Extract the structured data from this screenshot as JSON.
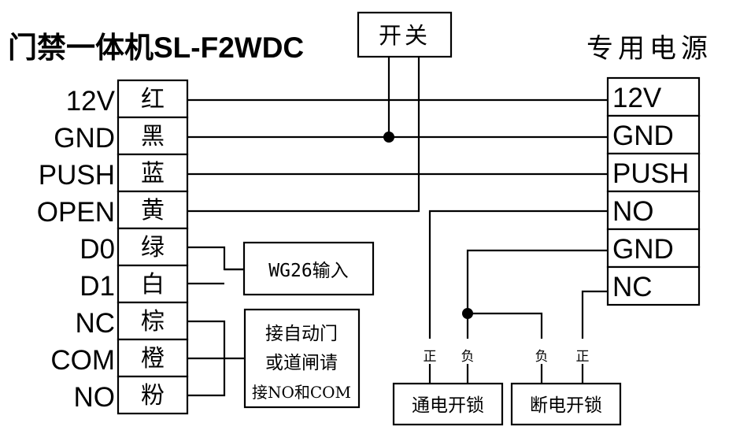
{
  "device": {
    "title": "门禁一体机SL-F2WDC",
    "pins": [
      {
        "name": "12V",
        "color": "红"
      },
      {
        "name": "GND",
        "color": "黑"
      },
      {
        "name": "PUSH",
        "color": "蓝"
      },
      {
        "name": "OPEN",
        "color": "黄"
      },
      {
        "name": "D0",
        "color": "绿"
      },
      {
        "name": "D1",
        "color": "白"
      },
      {
        "name": "NC",
        "color": "棕"
      },
      {
        "name": "COM",
        "color": "橙"
      },
      {
        "name": "NO",
        "color": "粉"
      }
    ]
  },
  "switch": {
    "label": "开关"
  },
  "power_supply": {
    "title": "专用电源",
    "pins": [
      "12V",
      "GND",
      "PUSH",
      "NO",
      "GND",
      "NC"
    ]
  },
  "wiegand": {
    "label": "WG26输入"
  },
  "access_note": {
    "lines": [
      "接自动门",
      "或道闸请",
      "接NO和COM"
    ]
  },
  "locks": {
    "power_on": {
      "label": "通电开锁",
      "pos": "正",
      "neg": "负"
    },
    "power_off": {
      "label": "断电开锁",
      "neg": "负",
      "pos": "正"
    }
  }
}
